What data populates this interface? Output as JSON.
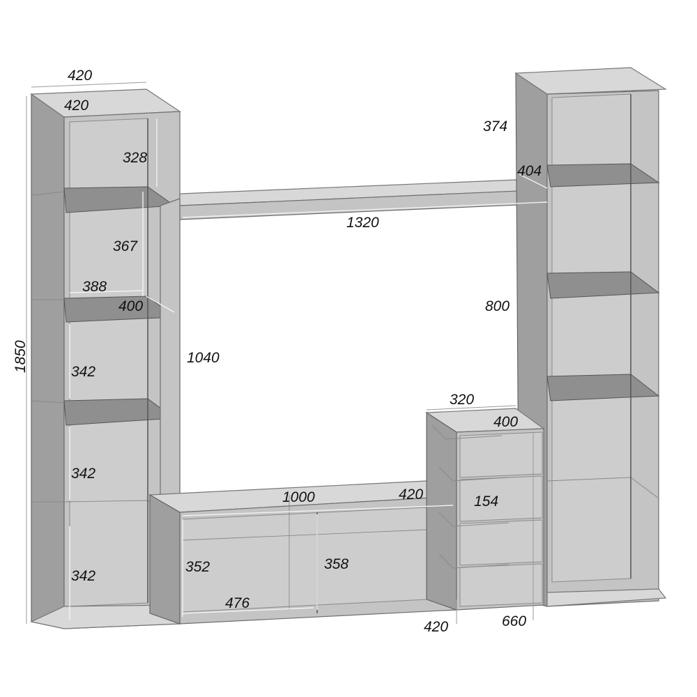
{
  "diagram": {
    "title": "Furniture wall unit dimensions",
    "colors": {
      "panel": "#c4c4c4",
      "shelf": "#8f8f8f",
      "outline": "#555555",
      "text": "#111111"
    },
    "dimensions": {
      "left_tower_width": "420",
      "left_tower_depth": "420",
      "left_top_compartment": "328",
      "left_second_compartment": "367",
      "left_inner_width": "388",
      "left_side_depth": "400",
      "overall_height": "1850",
      "tv_opening_height": "1040",
      "left_compartment_1": "342",
      "left_compartment_2": "342",
      "left_compartment_3": "342",
      "stand_left_height": "352",
      "stand_right_height": "358",
      "stand_section_width": "476",
      "stand_width": "1000",
      "stand_depth": "420",
      "stand_bottom_depth": "420",
      "drawer_unit_height": "660",
      "drawer_height": "154",
      "drawer_unit_width": "320",
      "drawer_unit_depth": "400",
      "right_panel_height": "800",
      "right_top_compartment": "374",
      "right_side_depth": "404",
      "bridge_width": "1320"
    }
  }
}
